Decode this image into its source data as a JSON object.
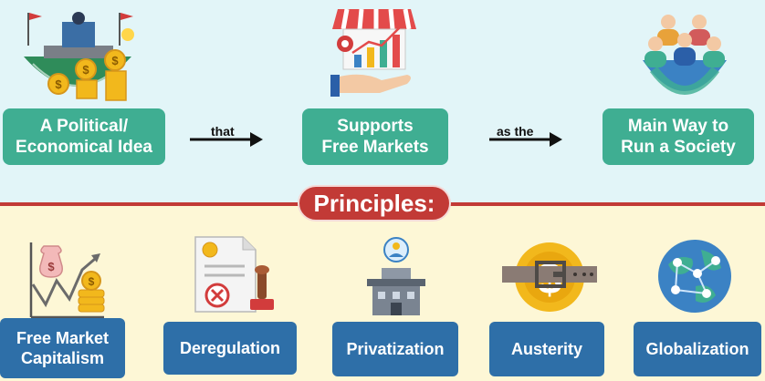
{
  "top_row": {
    "concept_1": {
      "line1": "A Political/",
      "line2": "Economical Idea"
    },
    "connector_1": "that",
    "concept_2": {
      "line1": "Supports",
      "line2": "Free Markets"
    },
    "connector_2": "as the",
    "concept_3": {
      "line1": "Main Way to",
      "line2": "Run a Society"
    }
  },
  "principles_header": "Principles:",
  "principles": [
    {
      "line1": "Free Market",
      "line2": "Capitalism",
      "icon": "capitalism-chart-icon"
    },
    {
      "line1": "Deregulation",
      "line2": "",
      "icon": "deregulation-document-icon"
    },
    {
      "line1": "Privatization",
      "line2": "",
      "icon": "private-building-icon"
    },
    {
      "line1": "Austerity",
      "line2": "",
      "icon": "tightened-belt-icon"
    },
    {
      "line1": "Globalization",
      "line2": "",
      "icon": "globe-network-icon"
    }
  ],
  "colors": {
    "top_background": "#e2f5f8",
    "bottom_background": "#fdf7d6",
    "accent_red": "#c23a36",
    "concept_green": "#3fae92",
    "principle_blue": "#2e6fa8"
  }
}
